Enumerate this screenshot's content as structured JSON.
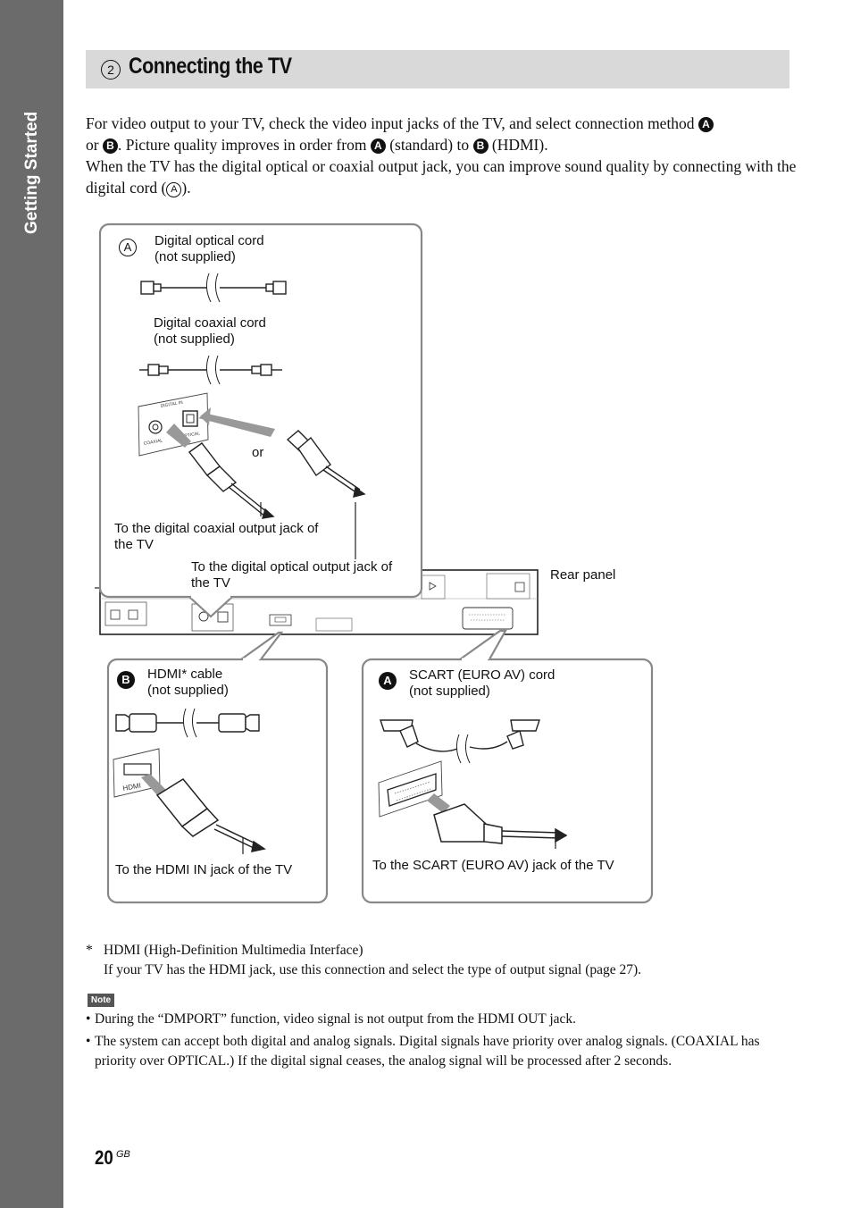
{
  "sidebar": {
    "section": "Getting Started"
  },
  "header": {
    "number": "2",
    "title": "Connecting the TV"
  },
  "intro": {
    "p1_a": "For video output to your TV, check the video input jacks of the TV, and select connection method ",
    "p1_b": "or ",
    "p1_c": ". Picture quality improves in order from ",
    "p1_d": " (standard) to ",
    "p1_e": " (HDMI).",
    "p2_a": "When the TV has the digital optical or coaxial output jack, you can improve sound quality by connecting with the digital cord (",
    "p2_b": ")."
  },
  "marks": {
    "a": "A",
    "b": "B"
  },
  "diagram": {
    "optical_cord": [
      "Digital optical cord",
      "(not supplied)"
    ],
    "coaxial_cord": [
      "Digital coaxial cord",
      "(not supplied)"
    ],
    "or": "or",
    "coax_jack": [
      "To the digital coaxial output jack of",
      "the TV"
    ],
    "optical_jack": [
      "To the digital optical output jack of",
      "the TV"
    ],
    "rear_panel": "Rear panel",
    "hdmi_cable": [
      "HDMI* cable",
      "(not supplied)"
    ],
    "hdmi_jack": "To the HDMI IN jack of the TV",
    "scart_cord": [
      "SCART (EURO AV) cord",
      "(not supplied)"
    ],
    "scart_jack": "To the SCART (EURO AV) jack of the TV",
    "panel_digital_in": "DIGITAL IN",
    "panel_coaxial": "COAXIAL",
    "panel_optical": "OPTICAL",
    "panel_hdmi": "HDMI"
  },
  "footnote": {
    "star": "*",
    "title": "HDMI (High-Definition Multimedia Interface)",
    "body": "If your TV has the HDMI jack, use this connection and select the type of output signal (page 27)."
  },
  "note": {
    "badge": "Note",
    "items": [
      "During the “DMPORT” function, video signal is not output from the HDMI OUT jack.",
      "The system can accept both digital and analog signals. Digital signals have priority over analog signals. (COAXIAL has priority over OPTICAL.) If the digital signal ceases, the analog signal will be processed after 2 seconds."
    ]
  },
  "page": {
    "number": "20",
    "suffix": "GB"
  }
}
